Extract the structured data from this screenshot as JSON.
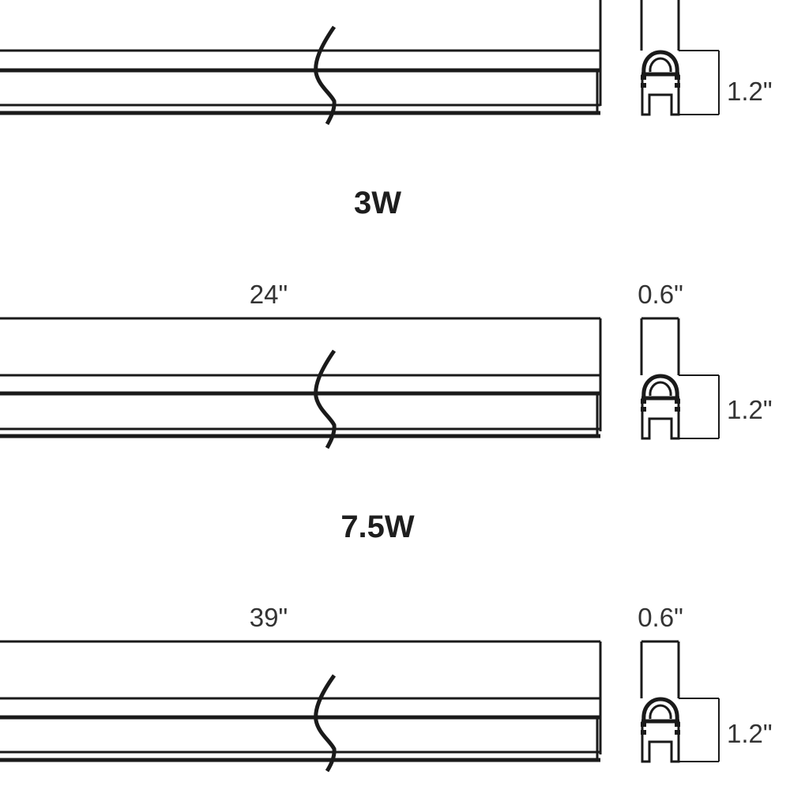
{
  "sections": [
    {
      "title": "",
      "length": "",
      "width": "",
      "height": "1.2\""
    },
    {
      "title": "3W",
      "length": "24\"",
      "width": "0.6\"",
      "height": "1.2\""
    },
    {
      "title": "7.5W",
      "length": "39\"",
      "width": "0.6\"",
      "height": "1.2\""
    }
  ],
  "colors": {
    "line": "#1a1a1a",
    "text": "#333333",
    "background": "#ffffff"
  }
}
